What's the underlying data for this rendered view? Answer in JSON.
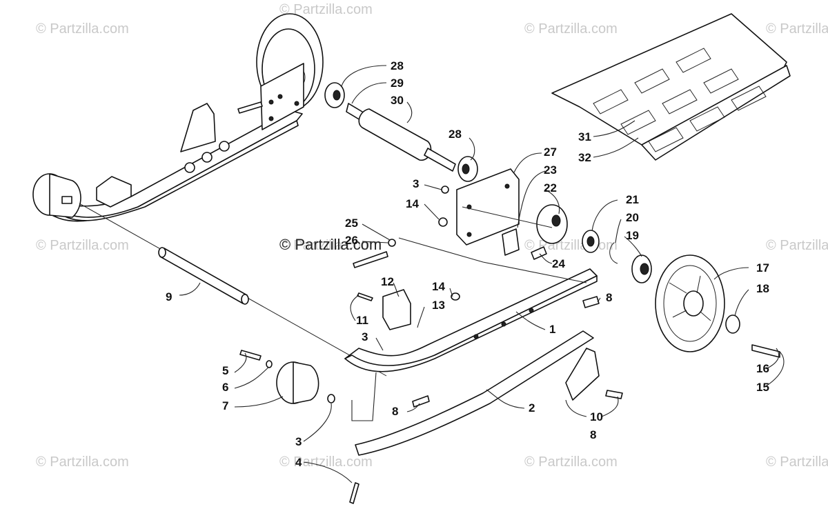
{
  "watermarks": {
    "text": "© Partzilla.com",
    "center_text": "© Partzilla.com"
  },
  "callouts": [
    "28",
    "29",
    "30",
    "28",
    "27",
    "23",
    "22",
    "3",
    "14",
    "21",
    "20",
    "19",
    "25",
    "26",
    "24",
    "17",
    "18",
    "9",
    "12",
    "14",
    "8",
    "11",
    "13",
    "1",
    "3",
    "16",
    "15",
    "5",
    "6",
    "7",
    "8",
    "2",
    "10",
    "8",
    "3",
    "4",
    "31",
    "32"
  ],
  "parts": {
    "left_rail_assembly": "left-slide-rail-assembly",
    "axle_shaft": "rear-axle-shaft",
    "idler_shaft": "idler-shaft",
    "track": "track-section",
    "right_rail": "right-slide-rail",
    "wear_strip": "hyfax-wear-strip",
    "idler_wheel": "idler-wheel",
    "front_wheel": "front-bogie-wheel",
    "bracket_plate": "tension-bracket-plate"
  },
  "colors": {
    "ink": "#111111",
    "watermark": "#c9c9c9",
    "background": "#ffffff"
  }
}
